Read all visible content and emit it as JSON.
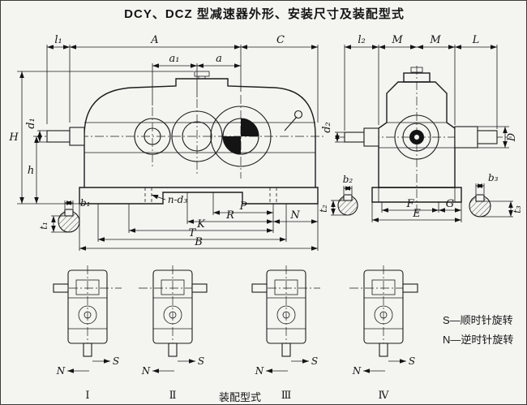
{
  "title": "DCY、DCZ 型减速器外形、安装尺寸及装配型式",
  "main_view": {
    "l1": "l₁",
    "A": "A",
    "C": "C",
    "a1": "a₁",
    "a": "a",
    "H": "H",
    "d1": "d₁",
    "h": "h",
    "b1": "b₁",
    "t1": "t₁",
    "nd3": "n-d₃",
    "P": "P",
    "R": "R",
    "N": "N",
    "K": "K",
    "T": "T",
    "B": "B"
  },
  "side_view": {
    "l2": "l₂",
    "M1": "M",
    "M2": "M",
    "L": "L",
    "d2": "d₂",
    "D": "D",
    "b2": "b₂",
    "t2": "t₂",
    "b3": "b₃",
    "t3": "t₃",
    "F": "F",
    "G": "G",
    "E": "E"
  },
  "assembly": {
    "caption": "装配型式",
    "v1": {
      "label": "Ⅰ",
      "s": "S",
      "n": "N"
    },
    "v2": {
      "label": "Ⅱ",
      "s": "S",
      "n": "N"
    },
    "v3": {
      "label": "Ⅲ",
      "s": "S",
      "n": "N"
    },
    "v4": {
      "label": "Ⅳ",
      "s": "S",
      "n": "N"
    },
    "legend_s": "S—顺时针旋转",
    "legend_n": "N—逆时针旋转"
  }
}
